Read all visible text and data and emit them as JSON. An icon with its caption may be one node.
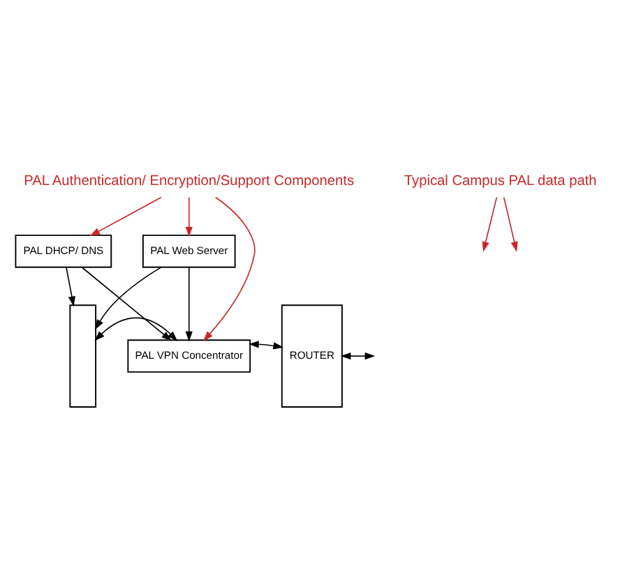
{
  "diagram": {
    "nodes": [
      {
        "text": [
          "PAL Authentication/ Encryption/Support Components"
        ]
      },
      {
        "text": [
          "Typical Campus PAL data path"
        ]
      },
      {
        "text": [],
        "shape": "box"
      },
      {
        "text": [
          "PAL DHCP/ DNS"
        ]
      },
      {
        "text": [
          "PAL Web Server"
        ]
      },
      {
        "text": [
          "PAL VPN Concentrator"
        ]
      },
      {
        "text": [
          "ROUTER"
        ]
      }
    ],
    "edges": [
      {
        "from": 0,
        "to": 3,
        "arrow": "to",
        "color": "#c8282a"
      },
      {
        "from": 0,
        "to": 4,
        "arrow": "to",
        "color": "#c8282a"
      },
      {
        "from": 0,
        "to": 5,
        "arrow": "to",
        "color": "#c8282a"
      },
      {
        "from": 1,
        "to": null,
        "arrow": "to",
        "color": "#c8282a"
      },
      {
        "from": 1,
        "to": null,
        "arrow": "to",
        "color": "#c8282a"
      },
      {
        "from": 3,
        "to": 2,
        "arrow": "to"
      },
      {
        "from": 3,
        "to": 5,
        "arrow": "to"
      },
      {
        "from": 4,
        "to": 2,
        "arrow": "to"
      },
      {
        "from": 4,
        "to": 5,
        "arrow": "to"
      },
      {
        "from": 2,
        "to": 5,
        "arrow": "both"
      },
      {
        "from": 5,
        "to": 6,
        "arrow": "both"
      },
      {
        "from": 6,
        "to": null,
        "arrow": "both"
      }
    ]
  }
}
